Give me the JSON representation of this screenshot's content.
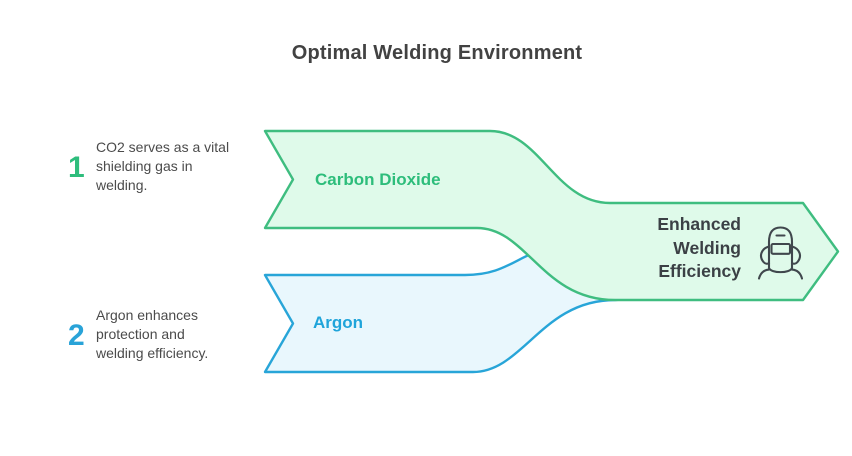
{
  "title": "Optimal Welding Environment",
  "steps": [
    {
      "number": "1",
      "lines": [
        "CO2 serves as a vital",
        "shielding gas in",
        "welding."
      ],
      "accent_color": "#2ebd7c"
    },
    {
      "number": "2",
      "lines": [
        "Argon enhances",
        "protection and",
        "welding efficiency."
      ],
      "accent_color": "#29a3d8"
    }
  ],
  "ribbons": [
    {
      "label": "Carbon Dioxide",
      "stroke_color": "#3fbd80",
      "fill_color": "#dffaea",
      "label_color": "#2dbd7b"
    },
    {
      "label": "Argon",
      "stroke_color": "#28a5d8",
      "fill_color": "#e9f7fd",
      "label_color": "#1fa4da"
    }
  ],
  "result": {
    "lines": [
      "Enhanced",
      "Welding",
      "Efficiency"
    ],
    "label_color": "#3b4045",
    "icon": "welding-helmet-icon",
    "icon_color": "#40474d"
  }
}
